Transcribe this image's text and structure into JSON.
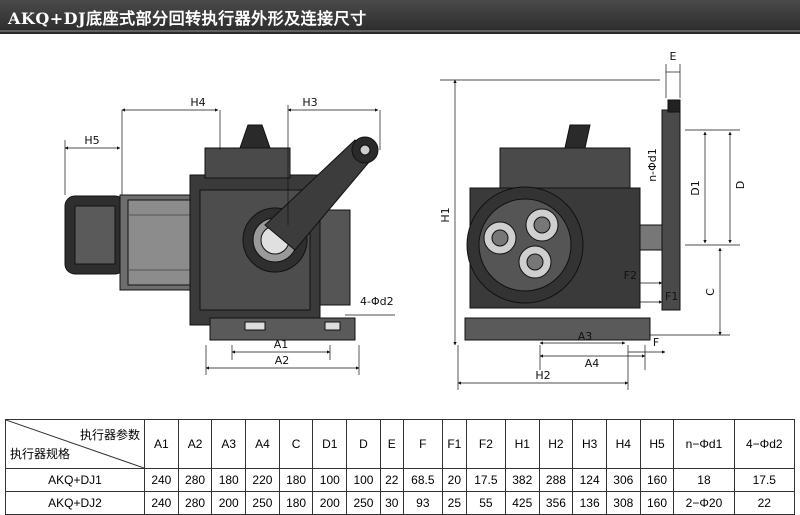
{
  "title": "AKQ+DJ底座式部分回转执行器外形及连接尺寸",
  "left_view": {
    "dims": {
      "h4": "H4",
      "h3": "H3",
      "h5": "H5",
      "a1": "A1",
      "a2": "A2",
      "d2": "4-Φd2"
    }
  },
  "right_view": {
    "dims": {
      "e": "E",
      "nd1": "n-Φd1",
      "d1": "D1",
      "d": "D",
      "h1": "H1",
      "f2": "F2",
      "f1": "F1",
      "c": "C",
      "a3": "A3",
      "a4": "A4",
      "f": "F",
      "h2": "H2"
    }
  },
  "table": {
    "corner_param": "执行器参数",
    "corner_spec": "执行器规格",
    "columns": [
      "A1",
      "A2",
      "A3",
      "A4",
      "C",
      "D1",
      "D",
      "E",
      "F",
      "F1",
      "F2",
      "H1",
      "H2",
      "H3",
      "H4",
      "H5",
      "n−Φd1",
      "4−Φd2"
    ],
    "rows": [
      {
        "model": "AKQ+DJ1",
        "values": [
          "240",
          "280",
          "180",
          "220",
          "180",
          "100",
          "100",
          "22",
          "68.5",
          "20",
          "17.5",
          "382",
          "288",
          "124",
          "306",
          "160",
          "18",
          "17.5"
        ]
      },
      {
        "model": "AKQ+DJ2",
        "values": [
          "240",
          "280",
          "200",
          "250",
          "180",
          "200",
          "250",
          "30",
          "93",
          "25",
          "55",
          "425",
          "356",
          "136",
          "308",
          "160",
          "2−Φ20",
          "22"
        ]
      }
    ]
  }
}
